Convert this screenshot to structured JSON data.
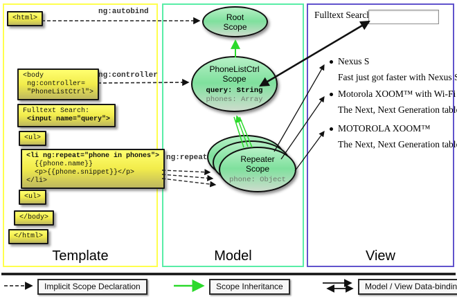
{
  "columns": {
    "template": "Template",
    "model": "Model",
    "view": "View"
  },
  "template_code": {
    "html_open": "<html>",
    "body_open": "<body\n ng:controller=\n \"PhoneListCtrl\">",
    "fulltext_label": "Fulltext Search:",
    "fulltext_input": " <input name=\"query\">",
    "ul_open": "<ul>",
    "li_line1": "<li ng:repeat=\"phone in phones\">",
    "li_rest": "\n  {{phone.name}}\n  <p>{{phone.snippet}}</p>\n</li>",
    "ul_close": "<ul>",
    "body_close": "</body>",
    "html_close": "</html>"
  },
  "arrow_labels": {
    "autobind": "ng:autobind",
    "controller": "ng:controller",
    "repeat": "ng:repeat"
  },
  "model_nodes": {
    "root_title": "Root\nScope",
    "phonelist_title": "PhoneListCtrl\nScope",
    "phonelist_query": "query: String",
    "phonelist_phones": "phones: Array",
    "repeater_title": "Repeater\nScope",
    "repeater_phone": "phone: Object"
  },
  "view_content": {
    "search_label": "Fulltext Search:",
    "search_value": "",
    "items": [
      {
        "title": "Nexus S",
        "desc": "Fast just got faster with Nexus S."
      },
      {
        "title": "Motorola XOOM™ with Wi-Fi",
        "desc": "The Next, Next Generation tablet."
      },
      {
        "title": "MOTOROLA XOOM™",
        "desc": "The Next, Next Generation tablet."
      }
    ]
  },
  "legend": {
    "implicit": "Implicit Scope Declaration",
    "inheritance": "Scope Inheritance",
    "databinding": "Model / View Data-binding"
  },
  "colors": {
    "template_border": "#ffff4d",
    "model_border": "#58eda6",
    "view_border": "#6052cc",
    "code_box_yellow": "#f2ec4b",
    "scope_green": "#7fe09d",
    "inheritance_arrow_green": "#2bd92b",
    "arrow_black": "#111111"
  }
}
